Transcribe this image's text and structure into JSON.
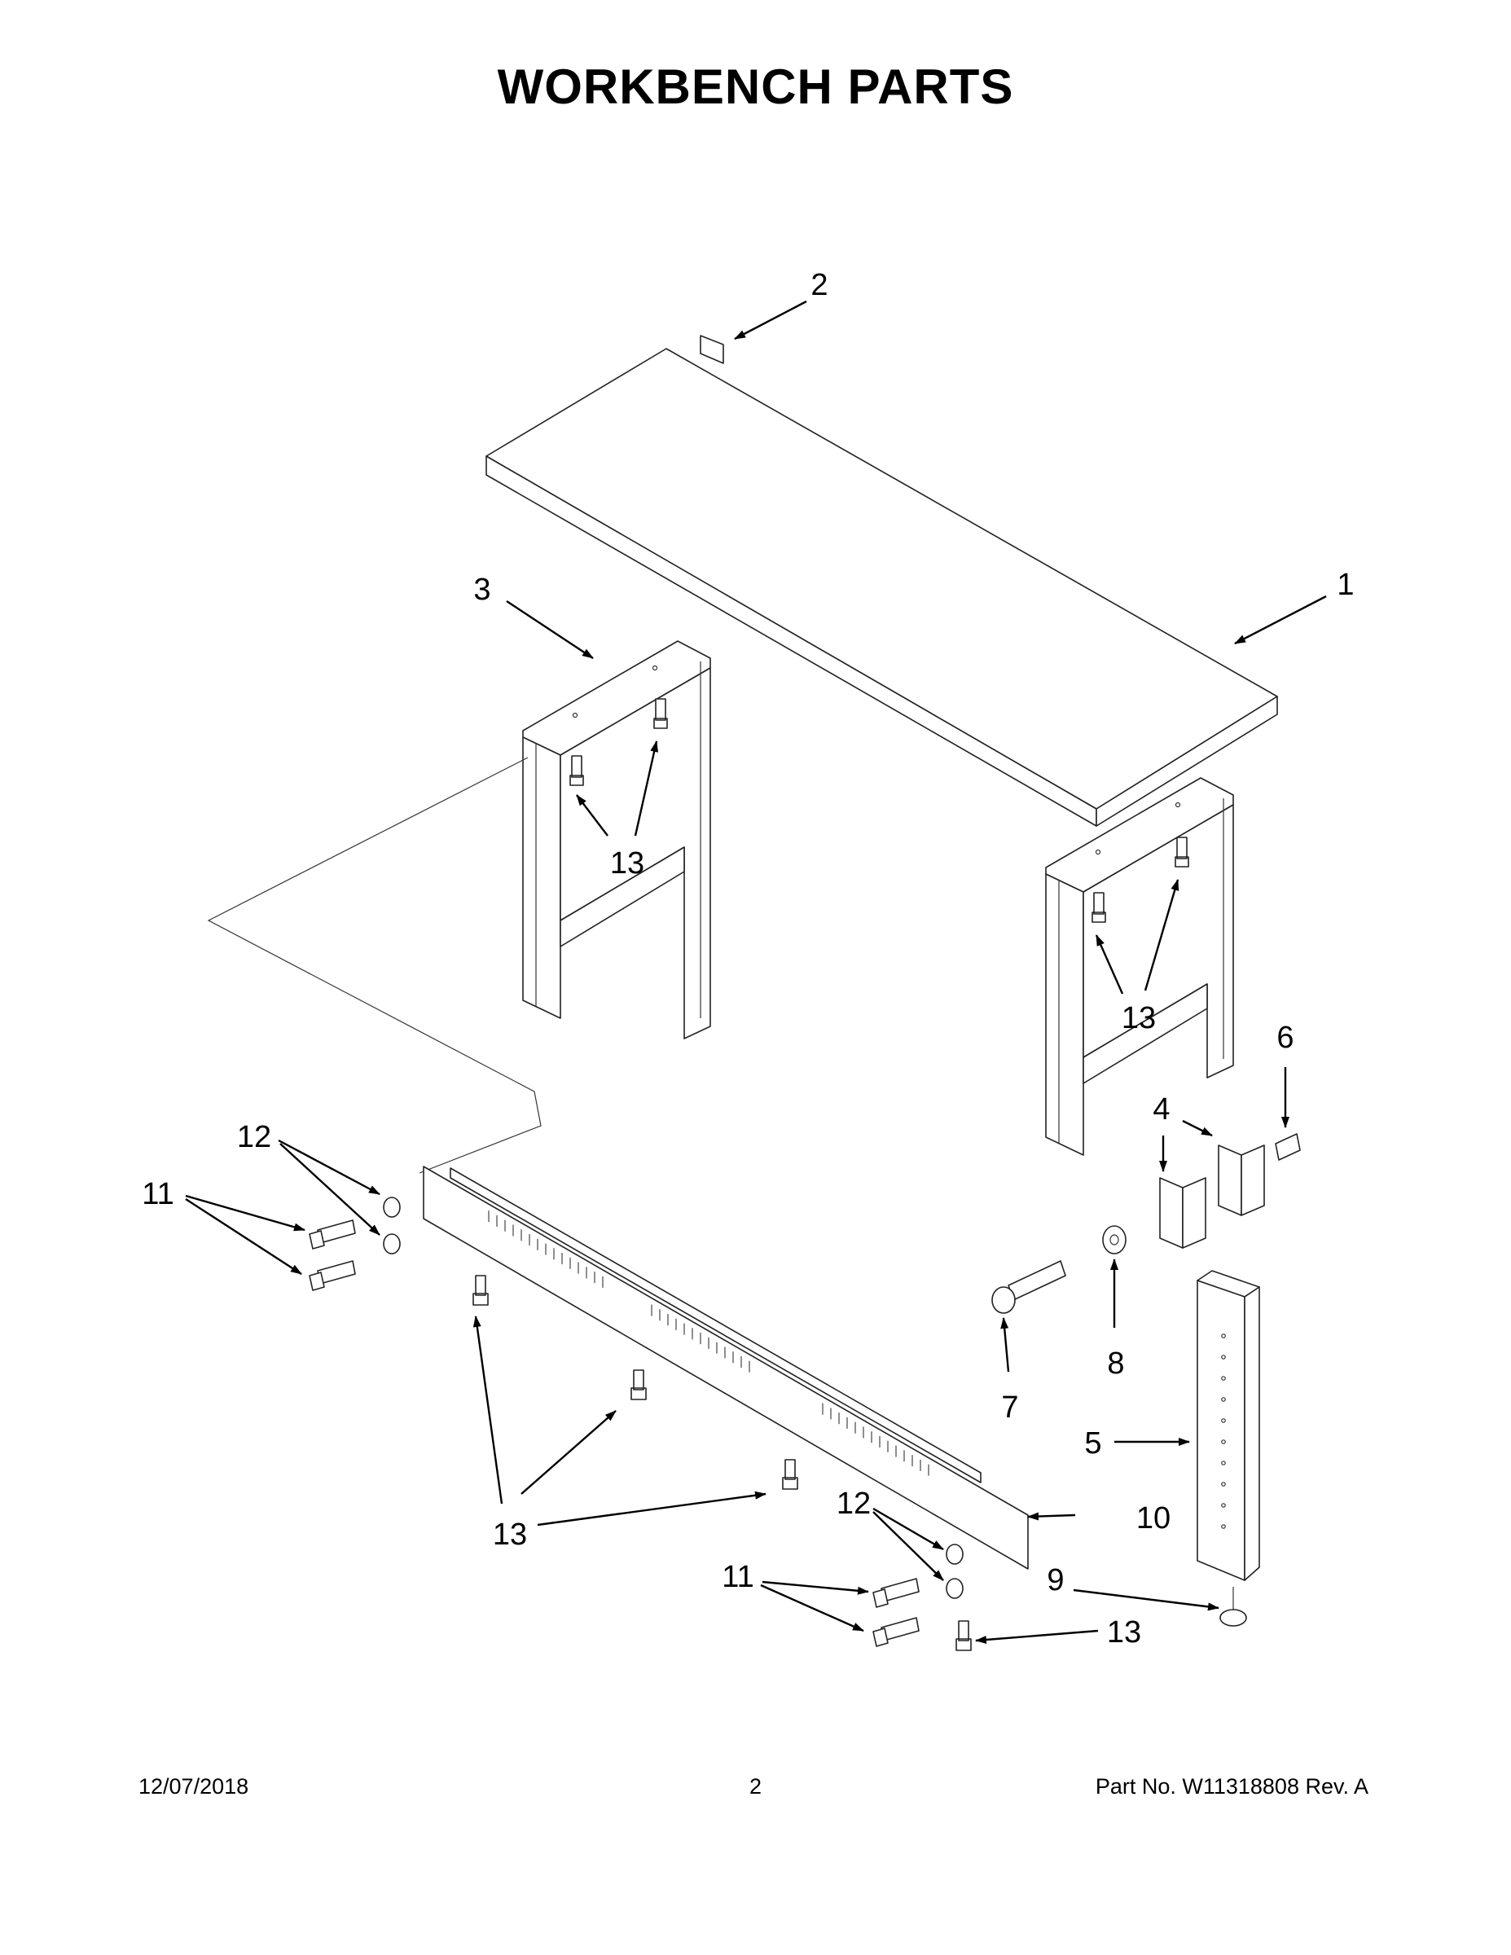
{
  "title": "WORKBENCH PARTS",
  "callouts": {
    "c1": "1",
    "c2": "2",
    "c3": "3",
    "c4": "4",
    "c5": "5",
    "c6": "6",
    "c7": "7",
    "c8": "8",
    "c9": "9",
    "c10": "10",
    "c11a": "11",
    "c11b": "11",
    "c12a": "12",
    "c12b": "12",
    "c13a": "13",
    "c13b": "13",
    "c13c": "13",
    "c13d": "13"
  },
  "footer": {
    "date": "12/07/2018",
    "page": "2",
    "part_number": "Part No.  W11318808  Rev.  A"
  }
}
